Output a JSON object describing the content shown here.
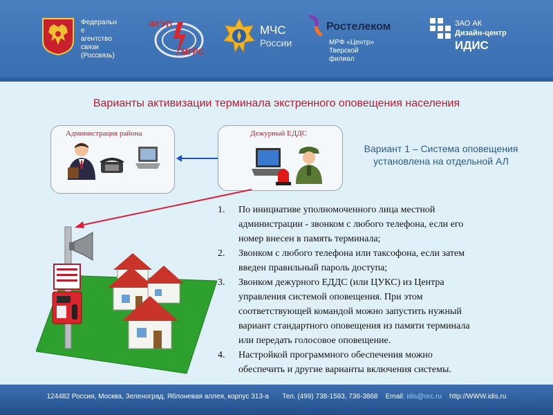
{
  "header": {
    "rossvyaz": {
      "lines": [
        "Федеральн",
        "е",
        "агентство",
        "связи"
      ],
      "abbr": "(Россвязь)"
    },
    "fgup": {
      "top": "ФГУП",
      "bottom": "МГРС"
    },
    "mchs": {
      "line1": "МЧС",
      "line2": "России"
    },
    "rostelecom": {
      "name": "Ростелеком",
      "sub1": "МРФ «Центр»",
      "sub2": "Тверской",
      "sub3": "филиал"
    },
    "idis": {
      "line1": "ЗАО АК",
      "line2": "Дизайн-центр",
      "line3": "ИДИС"
    }
  },
  "slide": {
    "title": "Варианты активизации терминала экстренного оповещения населения",
    "admin_label": "Администрация района",
    "edds_label": "Дежурный ЕДДС",
    "variant": "Вариант 1 – Система оповещения установлена на отдельной АЛ",
    "items": [
      {
        "num": "1.",
        "lines": [
          "По инициативе уполномоченного лица местной",
          "администрации -  звонком с любого телефона, если его",
          "номер внесен в память терминала;"
        ]
      },
      {
        "num": "2.",
        "lines": [
          "Звонком с любого телефона или таксофона, если затем",
          "введен правильный пароль доступа;"
        ]
      },
      {
        "num": "3.",
        "lines": [
          "Звонком дежурного ЕДДС (или ЦУКС) из Центра",
          "управления системой оповещения. При этом",
          "соответствующей командой можно запустить нужный",
          "вариант стандартного оповещения из памяти терминала",
          "или передать голосовое оповещение."
        ]
      },
      {
        "num": "4.",
        "lines": [
          "Настройкой программного обеспечения можно",
          "обеспечить и другие варианты включения системы."
        ]
      }
    ]
  },
  "footer": {
    "address": "124482 Россия, Москва, Зеленоград, Яблоневая аллея, корпус 313-а",
    "phone": "Тел. (499) 738-1593, 736-3868",
    "email_label": "Email:",
    "email": "idis@orc.ru",
    "web": "http://WWW.idis.ru"
  },
  "colors": {
    "header_blue": "#3f74b6",
    "title_red": "#c0182a",
    "variant_blue": "#2b5b8c",
    "lawn_green": "#2ea02e"
  }
}
